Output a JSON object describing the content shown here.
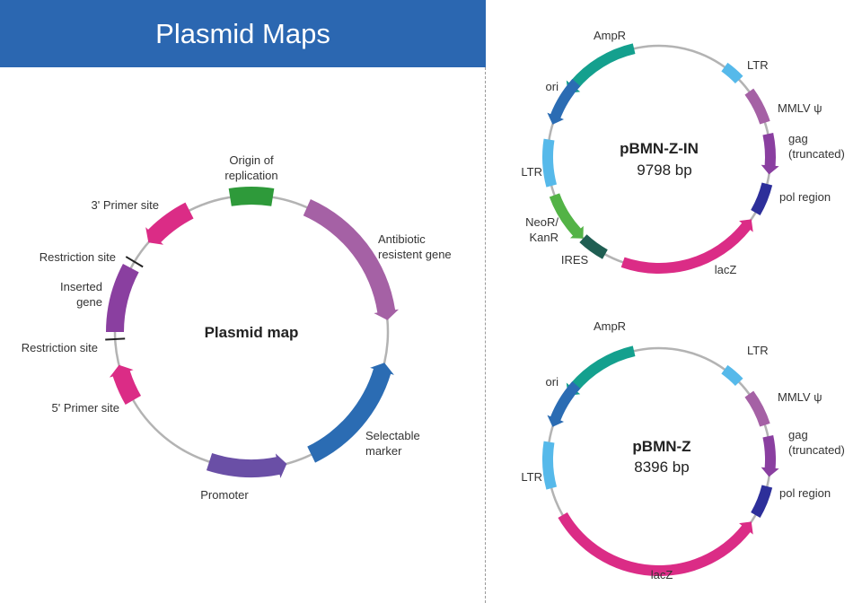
{
  "header": {
    "title": "Plasmid Maps"
  },
  "maps": [
    {
      "id": "generic",
      "title": "Plasmid map",
      "features": [
        {
          "key": "origin",
          "label_lines": [
            "Origin of",
            "replication"
          ],
          "color": "#2e9a3a",
          "arrow": "none"
        },
        {
          "key": "antibiotic",
          "label_lines": [
            "Antibiotic",
            "resistent gene"
          ],
          "color": "#a561a5",
          "arrow": "clockwise"
        },
        {
          "key": "selectable",
          "label_lines": [
            "Selectable",
            "marker"
          ],
          "color": "#2b6cb3",
          "arrow": "counterclockwise"
        },
        {
          "key": "promoter",
          "label_lines": [
            "Promoter"
          ],
          "color": "#6a4fa6",
          "arrow": "counterclockwise"
        },
        {
          "key": "primer5",
          "label_lines": [
            "5' Primer site"
          ],
          "color": "#db2c86",
          "arrow": "clockwise"
        },
        {
          "key": "restriction1",
          "label_lines": [
            "Restriction site"
          ],
          "color": "#222222",
          "arrow": "tick"
        },
        {
          "key": "inserted",
          "label_lines": [
            "Inserted",
            "gene"
          ],
          "color": "#8a3fa0",
          "arrow": "none"
        },
        {
          "key": "restriction2",
          "label_lines": [
            "Restriction site"
          ],
          "color": "#222222",
          "arrow": "tick"
        },
        {
          "key": "primer3",
          "label_lines": [
            "3' Primer site"
          ],
          "color": "#db2c86",
          "arrow": "counterclockwise"
        }
      ]
    },
    {
      "id": "pbmn-z-in",
      "title": "pBMN-Z-IN",
      "size": "9798 bp",
      "features": [
        {
          "key": "ampr",
          "label_lines": [
            "AmpR"
          ],
          "color": "#14a08e",
          "arrow": "counterclockwise"
        },
        {
          "key": "ltr1",
          "label_lines": [
            "LTR"
          ],
          "color": "#56b9ea",
          "arrow": "none"
        },
        {
          "key": "mmlv",
          "label_lines": [
            "MMLV ψ"
          ],
          "color": "#a561a5",
          "arrow": "none"
        },
        {
          "key": "gag",
          "label_lines": [
            "gag",
            "(truncated)"
          ],
          "color": "#8a3fa0",
          "arrow": "clockwise"
        },
        {
          "key": "pol",
          "label_lines": [
            "pol region"
          ],
          "color": "#2d2f9a",
          "arrow": "none"
        },
        {
          "key": "lacz",
          "label_lines": [
            "lacZ"
          ],
          "color": "#db2c86",
          "arrow": "counterclockwise"
        },
        {
          "key": "ires",
          "label_lines": [
            "IRES"
          ],
          "color": "#1f5e52",
          "arrow": "none"
        },
        {
          "key": "neor",
          "label_lines": [
            "NeoR/",
            "KanR"
          ],
          "color": "#53b346",
          "arrow": "counterclockwise"
        },
        {
          "key": "ltr2",
          "label_lines": [
            "LTR"
          ],
          "color": "#56b9ea",
          "arrow": "none"
        },
        {
          "key": "ori",
          "label_lines": [
            "ori"
          ],
          "color": "#2b6cb3",
          "arrow": "counterclockwise"
        }
      ]
    },
    {
      "id": "pbmn-z",
      "title": "pBMN-Z",
      "size": "8396 bp",
      "features": [
        {
          "key": "ampr",
          "label_lines": [
            "AmpR"
          ],
          "color": "#14a08e",
          "arrow": "counterclockwise"
        },
        {
          "key": "ltr1",
          "label_lines": [
            "LTR"
          ],
          "color": "#56b9ea",
          "arrow": "none"
        },
        {
          "key": "mmlv",
          "label_lines": [
            "MMLV ψ"
          ],
          "color": "#a561a5",
          "arrow": "none"
        },
        {
          "key": "gag",
          "label_lines": [
            "gag",
            "(truncated)"
          ],
          "color": "#8a3fa0",
          "arrow": "clockwise"
        },
        {
          "key": "pol",
          "label_lines": [
            "pol region"
          ],
          "color": "#2d2f9a",
          "arrow": "none"
        },
        {
          "key": "lacz",
          "label_lines": [
            "lacZ"
          ],
          "color": "#db2c86",
          "arrow": "counterclockwise"
        },
        {
          "key": "ltr2",
          "label_lines": [
            "LTR"
          ],
          "color": "#56b9ea",
          "arrow": "none"
        },
        {
          "key": "ori",
          "label_lines": [
            "ori"
          ],
          "color": "#2b6cb3",
          "arrow": "counterclockwise"
        }
      ]
    }
  ]
}
